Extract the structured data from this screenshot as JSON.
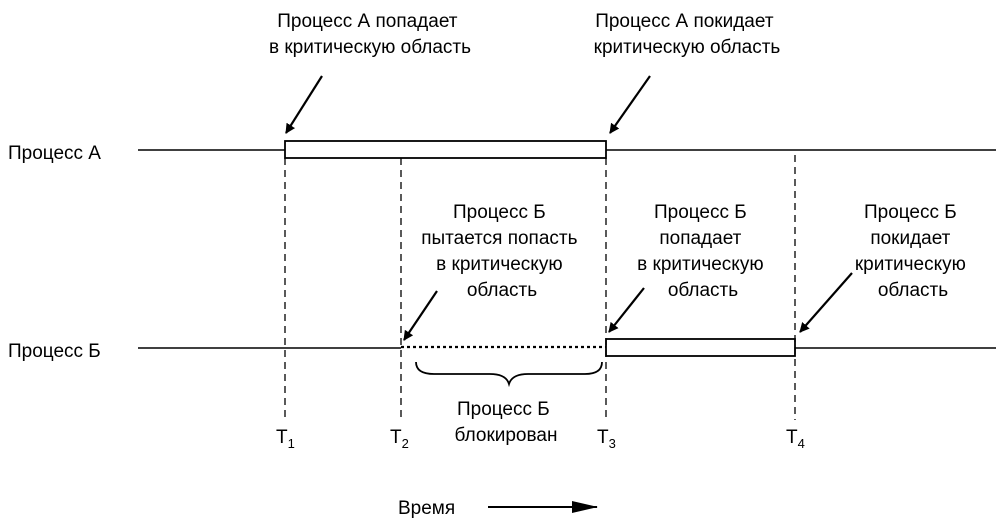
{
  "lanes": {
    "a": "Процесс А",
    "b": "Процесс Б"
  },
  "annotations": {
    "a_enter": [
      "Процесс А попадает",
      "в критическую область"
    ],
    "a_leave": [
      "Процесс А покидает",
      "критическую область"
    ],
    "b_try": [
      "Процесс Б",
      "пытается  попасть",
      "в критическую",
      "область"
    ],
    "b_enter": [
      "Процесс Б",
      "попадает",
      "в критическую",
      "область"
    ],
    "b_leave": [
      "Процесс Б",
      "покидает",
      "критическую",
      "область"
    ],
    "b_blocked": [
      "Процесс Б",
      "блокирован"
    ]
  },
  "ticks": [
    {
      "base": "T",
      "sub": "1"
    },
    {
      "base": "T",
      "sub": "2"
    },
    {
      "base": "T",
      "sub": "3"
    },
    {
      "base": "T",
      "sub": "4"
    }
  ],
  "time_axis": {
    "label": "Время"
  }
}
